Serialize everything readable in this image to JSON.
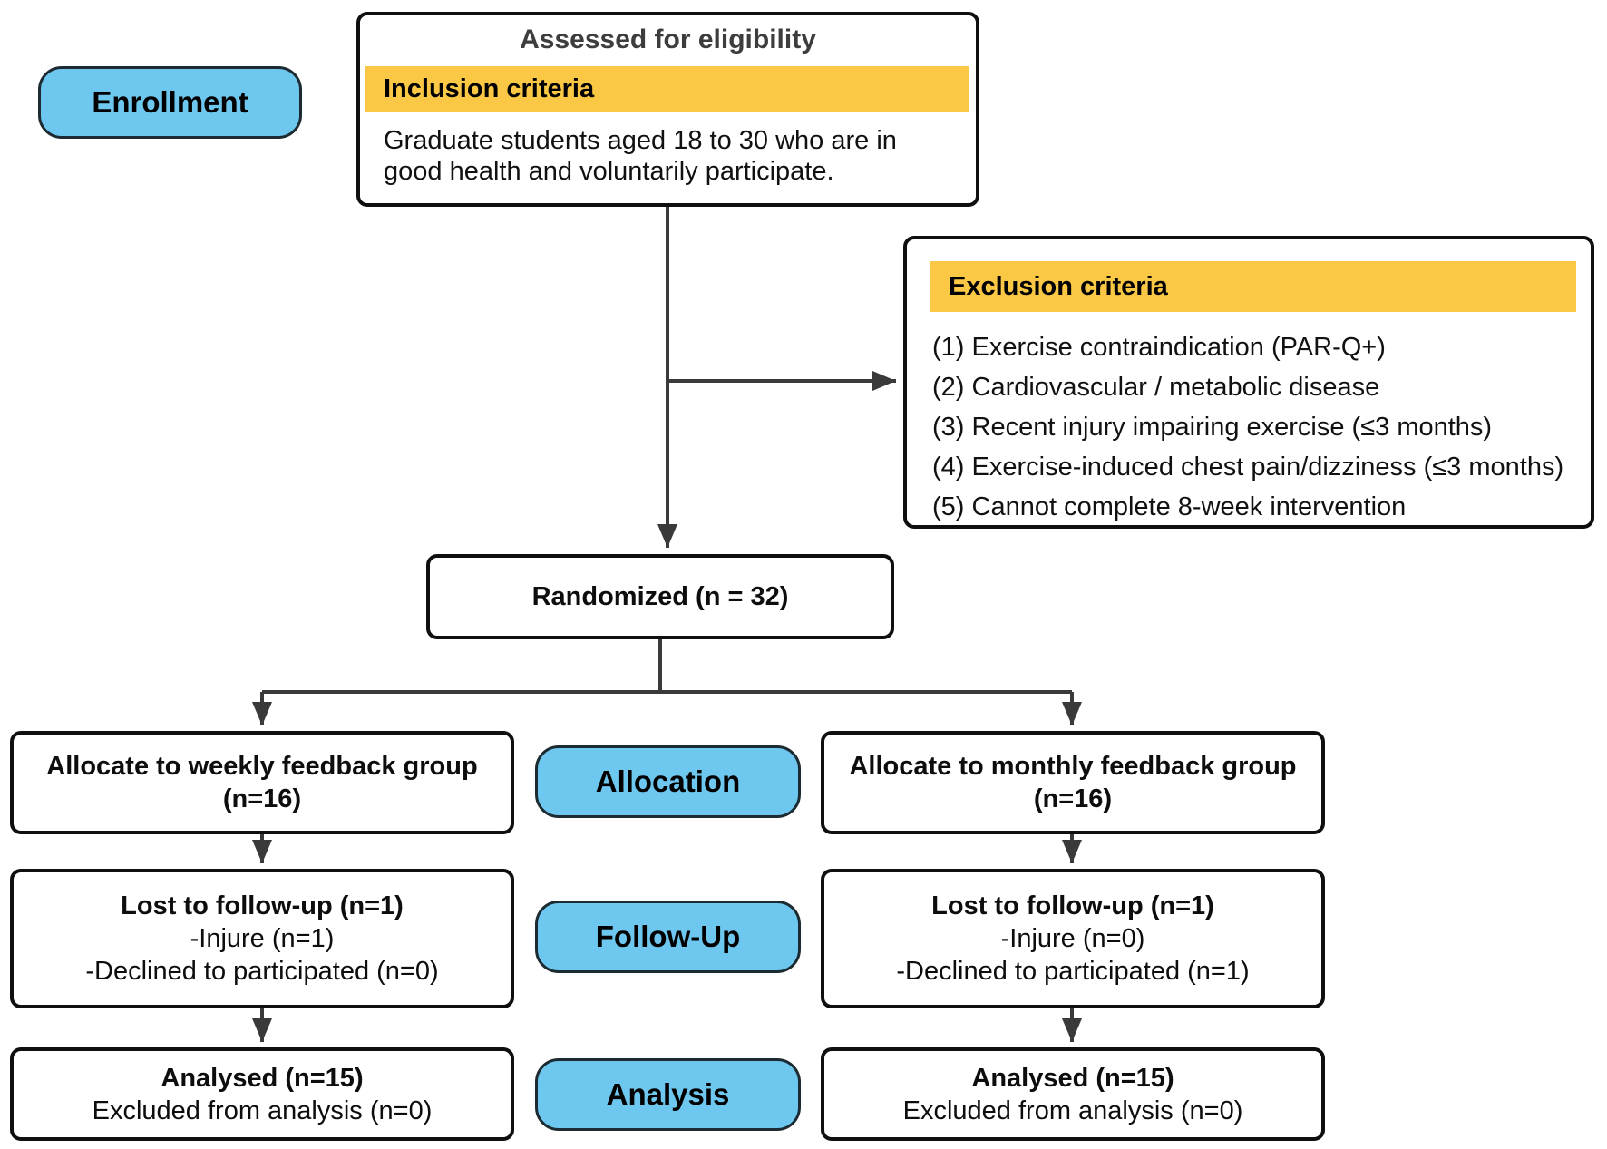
{
  "colors": {
    "stage_label_fill": "#6EC7EE",
    "criteria_header_fill": "#FAC845",
    "box_border": "#0F0F0F",
    "arrow": "#3A3A3A"
  },
  "stages": {
    "enrollment": "Enrollment",
    "allocation": "Allocation",
    "follow_up": "Follow-Up",
    "analysis": "Analysis"
  },
  "eligibility": {
    "title": "Assessed for eligibility",
    "inclusion_header": "Inclusion criteria",
    "inclusion_text": "Graduate students aged 18 to 30 who are in good health and voluntarily participate."
  },
  "exclusion": {
    "header": "Exclusion criteria",
    "items": [
      "(1) Exercise contraindication (PAR-Q+)",
      "(2) Cardiovascular / metabolic disease",
      "(3) Recent injury impairing exercise (≤3 months)",
      "(4) Exercise-induced chest pain/dizziness (≤3 months)",
      "(5) Cannot complete 8-week intervention"
    ]
  },
  "randomized": {
    "label": "Randomized (n = 32)"
  },
  "allocation": {
    "weekly": {
      "line1": "Allocate to weekly feedback group",
      "line2": "(n=16)"
    },
    "monthly": {
      "line1": "Allocate to monthly feedback group",
      "line2": "(n=16)"
    }
  },
  "follow_up": {
    "weekly": {
      "title": "Lost to follow-up (n=1)",
      "items": [
        "-Injure (n=1)",
        "-Declined to participated (n=0)"
      ]
    },
    "monthly": {
      "title": "Lost to follow-up (n=1)",
      "items": [
        "-Injure (n=0)",
        "-Declined to participated (n=1)"
      ]
    }
  },
  "analysis": {
    "weekly": {
      "title": "Analysed (n=15)",
      "subtitle": "Excluded from analysis (n=0)"
    },
    "monthly": {
      "title": "Analysed (n=15)",
      "subtitle": "Excluded from analysis (n=0)"
    }
  }
}
